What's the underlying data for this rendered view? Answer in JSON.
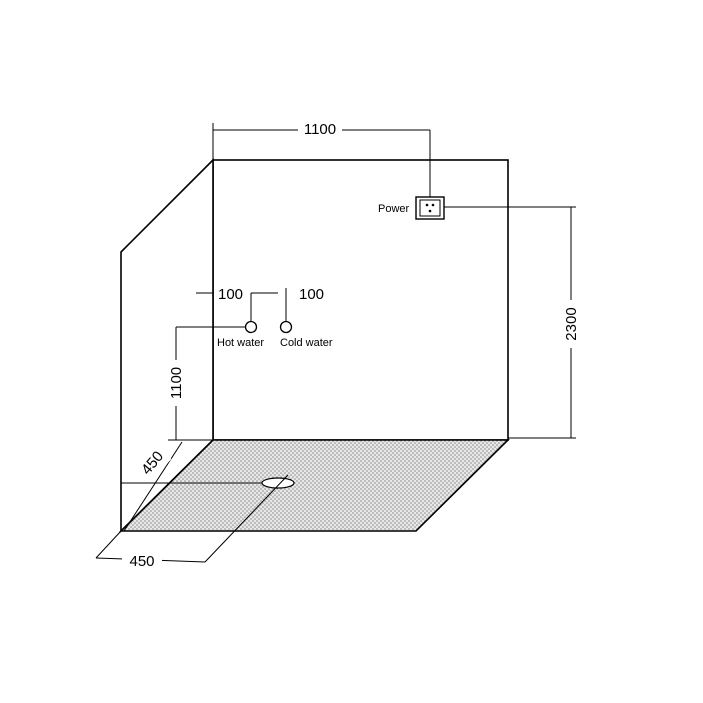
{
  "labels": {
    "power": "Power",
    "hot_water": "Hot water",
    "cold_water": "Cold water"
  },
  "dimensions": {
    "width": "1100",
    "height": "2300",
    "hot_water_offset": "100",
    "cold_water_offset": "100",
    "water_height": "1100",
    "drain_depth": "450",
    "drain_width": "450"
  },
  "colors": {
    "line": "#000000",
    "floor_fill": "#e6e6e6",
    "floor_dot": "#8a8a8a"
  }
}
